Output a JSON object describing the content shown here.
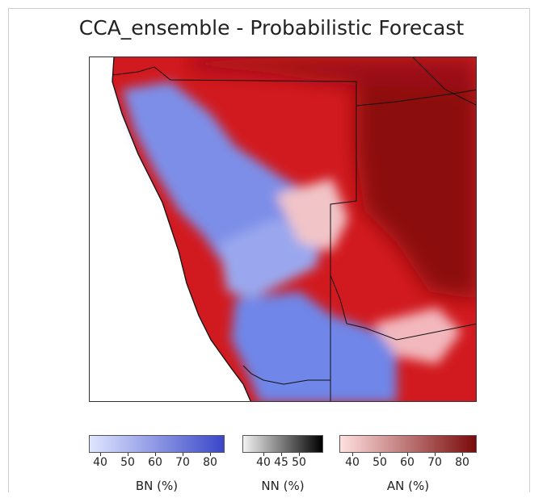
{
  "title": "CCA_ensemble - Probabilistic Forecast",
  "colorbars": {
    "bn": {
      "label": "BN (%)",
      "ticks": [
        "40",
        "50",
        "60",
        "70",
        "80"
      ],
      "colors": [
        "#dfe6ff",
        "#3a47c8"
      ]
    },
    "nn": {
      "label": "NN (%)",
      "ticks": [
        "40",
        "45",
        "50"
      ],
      "colors": [
        "#f2f2f2",
        "#000000"
      ]
    },
    "an": {
      "label": "AN (%)",
      "ticks": [
        "40",
        "50",
        "60",
        "70",
        "80"
      ],
      "colors": [
        "#ffe0e0",
        "#7a0a0a"
      ]
    }
  },
  "colors": {
    "below_normal": "#6f86e8",
    "above_normal": "#d3191c",
    "strong_above": "#8f0d0d",
    "borders": "#111111"
  }
}
